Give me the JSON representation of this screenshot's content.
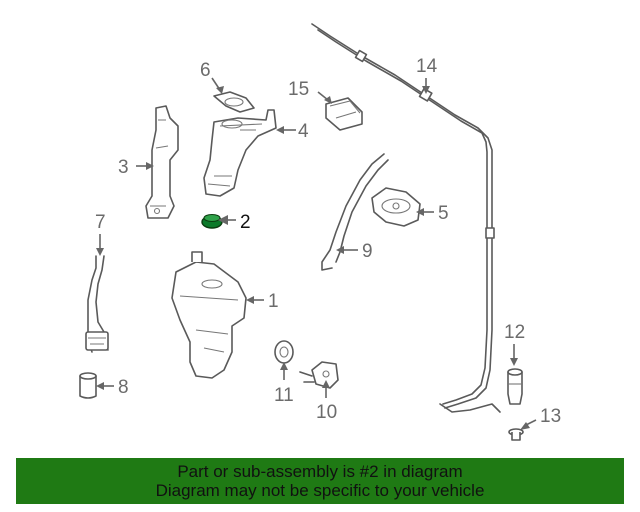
{
  "callouts": {
    "c1": "1",
    "c2": "2",
    "c3": "3",
    "c4": "4",
    "c5": "5",
    "c6": "6",
    "c7": "7",
    "c8": "8",
    "c9": "9",
    "c10": "10",
    "c11": "11",
    "c12": "12",
    "c13": "13",
    "c14": "14",
    "c15": "15"
  },
  "highlight": {
    "part_number": "2",
    "color": "#0c7a2a"
  },
  "banner": {
    "line1": "Part or sub-assembly is #2 in diagram",
    "line2": "Diagram may not be specific to your vehicle",
    "background": "#1f7a14"
  }
}
